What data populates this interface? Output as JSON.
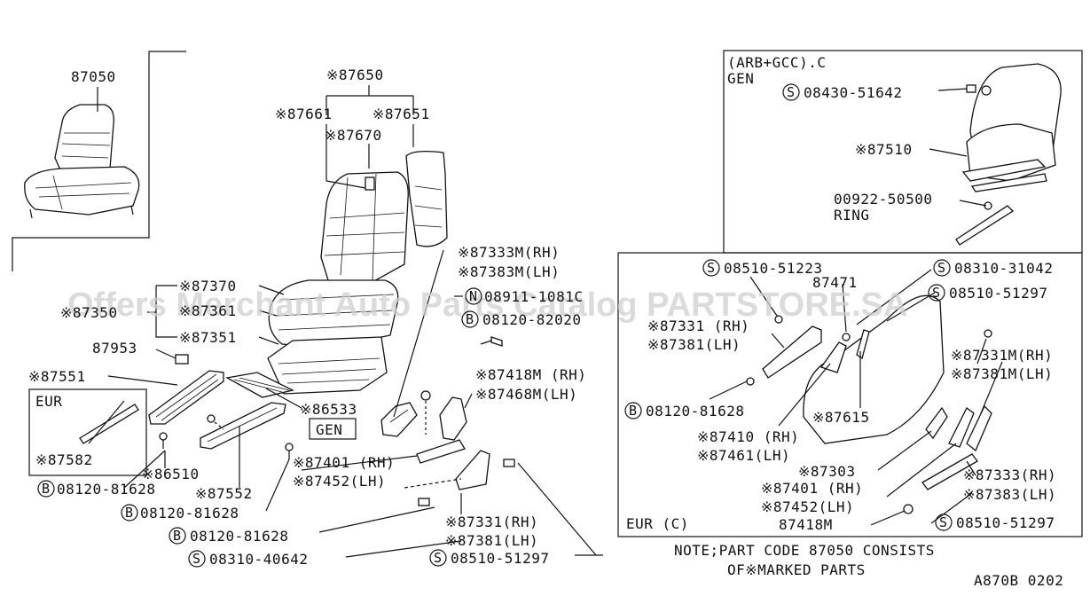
{
  "watermark": "Offers Merchant Auto Parts Catalog PARTSTORE.SA",
  "note": {
    "line1": "NOTE;PART CODE 87050 CONSISTS",
    "line2": "OF※MARKED PARTS"
  },
  "figure_code": "A870B 0202",
  "regions": {
    "arb_gcc_title": "(ARB+GCC).C",
    "arb_gcc_sub": "GEN",
    "eur_left": "EUR",
    "gen_box": "GEN",
    "eur_c": "EUR (C)"
  },
  "labels": {
    "seat_assembly": "87050",
    "l87650": "※87650",
    "l87661": "※87661",
    "l87651": "※87651",
    "l87670": "※87670",
    "l87370": "※87370",
    "l87350": "※87350",
    "l87361": "※87361",
    "l87351": "※87351",
    "l87953": "87953",
    "l87551": "※87551",
    "l87582": "※87582",
    "l86510": "※86510",
    "l87552": "※87552",
    "l86533": "※86533",
    "l08120_81628_a": "08120-81628",
    "l08120_81628_b": "08120-81628",
    "l08120_81628_c": "08120-81628",
    "l08310_40642": "08310-40642",
    "l87333m_rh": "※87333M(RH)",
    "l87383m_lh": "※87383M(LH)",
    "l08911_1081c": "08911-1081C",
    "l08120_82020": "08120-82020",
    "l87418m_rh": "※87418M (RH)",
    "l87468m_lh": "※87468M(LH)",
    "l87401_rh": "※87401 (RH)",
    "l87452_lh": "※87452(LH)",
    "l87331_rh_a": "※87331(RH)",
    "l87381_lh_a": "※87381(LH)",
    "l08510_51297_a": "08510-51297",
    "r08430_51642": "08430-51642",
    "r87510": "※87510",
    "r00922_50500": "00922-50500",
    "r_ring": "RING",
    "r08510_51223": "08510-51223",
    "r87471": "87471",
    "r08310_31042": "08310-31042",
    "r08510_51297_b": "08510-51297",
    "r87331_rh": "※87331 (RH)",
    "r87381_lh": "※87381(LH)",
    "r87331m_rh": "※87331M(RH)",
    "r87381m_lh": "※87381M(LH)",
    "r08120_81628": "08120-81628",
    "r87615": "※87615",
    "r87410_rh": "※87410 (RH)",
    "r87461_lh": "※87461(LH)",
    "r87303": "※87303",
    "r87401_rh": "※87401 (RH)",
    "r87452_lh": "※87452(LH)",
    "r87418m": "87418M",
    "r87333_rh": "※87333(RH)",
    "r87383_lh": "※87383(LH)",
    "r08510_51297_c": "08510-51297"
  },
  "prefixes": {
    "bolt": "B",
    "screw": "S",
    "nut": "N"
  }
}
